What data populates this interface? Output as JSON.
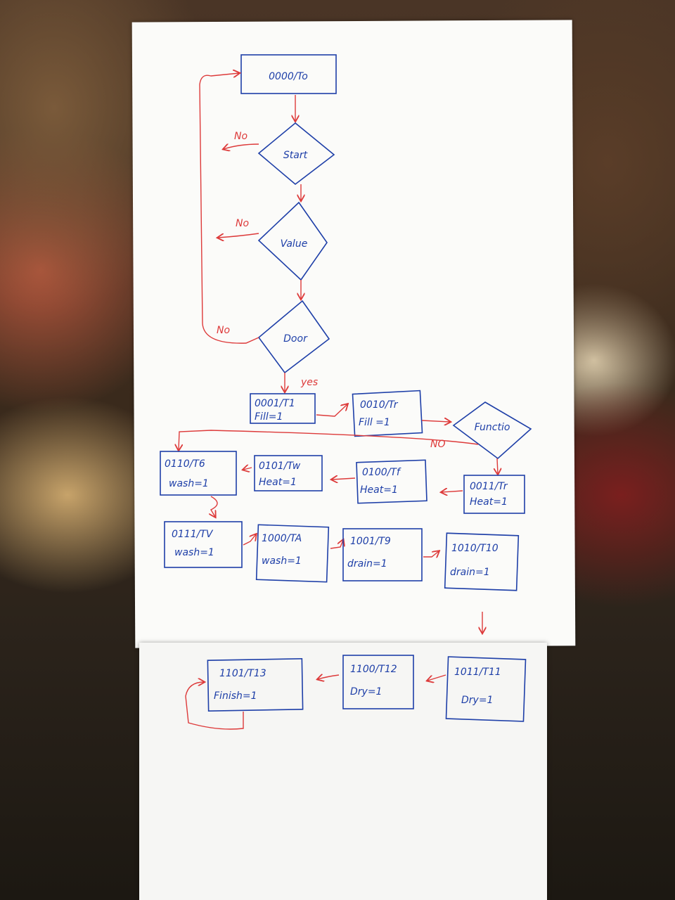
{
  "nodes": {
    "t0": "0000/To",
    "start": "Start",
    "value": "Value",
    "door": "Door",
    "t1": [
      "0001/T1",
      "Fill=1"
    ],
    "t2": [
      "0010/Tr",
      "Fill =1"
    ],
    "function": "Functio",
    "t3": [
      "0011/Tr",
      "Heat=1"
    ],
    "t4": [
      "0100/Tf",
      "Heat=1"
    ],
    "t5": [
      "0101/Tw",
      "Heat=1"
    ],
    "t6": [
      "0110/T6",
      "wash=1"
    ],
    "t7": [
      "0111/TV",
      "wash=1"
    ],
    "t8": [
      "1000/TA",
      "wash=1"
    ],
    "t9": [
      "1001/T9",
      "drain=1"
    ],
    "t10": [
      "1010/T10",
      "drain=1"
    ],
    "t11": [
      "1011/T11",
      "Dry=1"
    ],
    "t12": [
      "1100/T12",
      "Dry=1"
    ],
    "t13": [
      "1101/T13",
      "Finish=1"
    ]
  },
  "labels": {
    "no1": "No",
    "no2": "No",
    "no3": "No",
    "no4": "NO",
    "yes": "yes"
  },
  "colors": {
    "box_ink": "#1e3fa8",
    "arrow_ink": "#dd3a3a"
  }
}
